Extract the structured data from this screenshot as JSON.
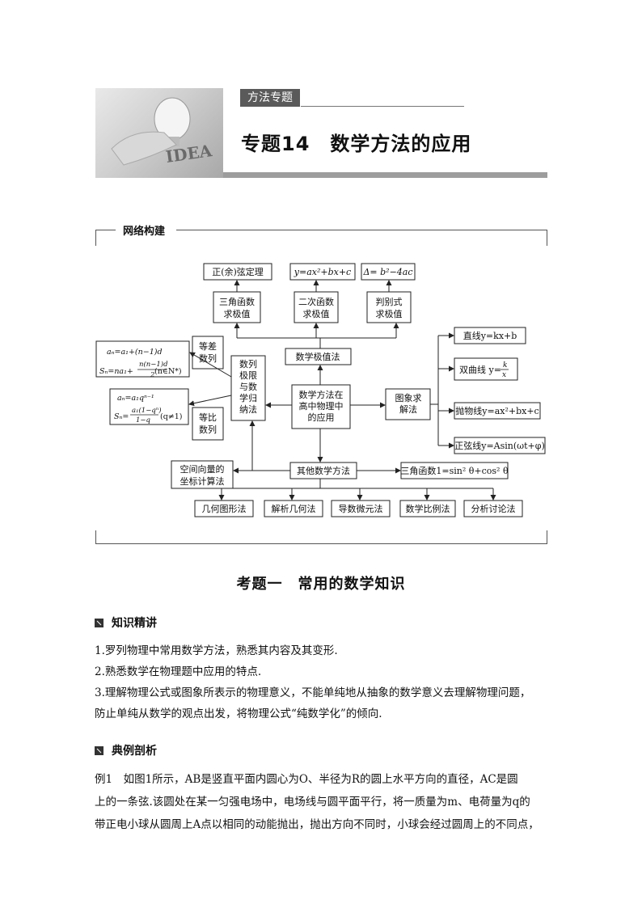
{
  "header": {
    "tag": "方法专题",
    "title": "专题14　数学方法的应用",
    "image_text": "IDEA"
  },
  "network": {
    "label": "网络构建",
    "nodes": {
      "sine_law": "正(余)弦定理",
      "quad_fn": "y=ax²+bx+c",
      "discriminant": "Δ= b²−4ac",
      "trig_max_1": "三角函数",
      "trig_max_2": "求极值",
      "quad_max_1": "二次函数",
      "quad_max_2": "求极值",
      "disc_max_1": "判别式",
      "disc_max_2": "求极值",
      "math_extreme": "数学极值法",
      "center_1": "数学方法在",
      "center_2": "高中物理中",
      "center_3": "的应用",
      "seq_1": "数列",
      "seq_2": "极限",
      "seq_3": "与数",
      "seq_4": "学归",
      "seq_5": "纳法",
      "arith_1": "等差",
      "arith_2": "数列",
      "geo_1": "等比",
      "geo_2": "数列",
      "arith_f1": "aₙ=a₁+(n−1)d",
      "arith_f2a": "Sₙ=na₁+",
      "arith_f2b": "n(n−1)d",
      "arith_f2c": "2",
      "arith_f2d": "(n∈N*)",
      "geo_f1": "aₙ=a₁qⁿ⁻¹",
      "geo_f2a": "Sₙ=",
      "geo_f2b": "a₁(1−qⁿ)",
      "geo_f2c": "1−q",
      "geo_f2d": "(q≠1)",
      "graph_1": "图象求",
      "graph_2": "解法",
      "line": "直线y=kx+b",
      "hyperbola_a": "双曲线 y=",
      "hyperbola_k": "k",
      "hyperbola_x": "x",
      "parabola": "抛物线y=ax²+bx+c",
      "sine": "正弦线y=Asin(ωt+φ)",
      "space_1": "空间向量的",
      "space_2": "坐标计算法",
      "other": "其他数学方法",
      "trig_id": "三角函数1=sin² θ+cos² θ",
      "geom": "几何图形法",
      "analytic": "解析几何法",
      "calculus": "导数微元法",
      "ratio": "数学比例法",
      "case": "分析讨论法"
    }
  },
  "section": {
    "title": "考题一　常用的数学知识",
    "knowledge_head": "知识精讲",
    "points": [
      "1.罗列物理中常用数学方法，熟悉其内容及其变形.",
      "2.熟悉数学在物理题中应用的特点.",
      "3.理解物理公式或图象所表示的物理意义，不能单纯地从抽象的数学意义去理解物理问题，",
      "防止单纯从数学的观点出发，将物理公式“纯数学化”的倾向."
    ],
    "example_head": "典例剖析",
    "example_lines": [
      "例1　如图1所示，AB是竖直平面内圆心为O、半径为R的圆上水平方向的直径，AC是圆",
      "上的一条弦.该圆处在某一匀强电场中，电场线与圆平面平行，将一质量为m、电荷量为q的",
      "带正电小球从圆周上A点以相同的动能抛出，抛出方向不同时，小球会经过圆周上的不同点，"
    ]
  }
}
